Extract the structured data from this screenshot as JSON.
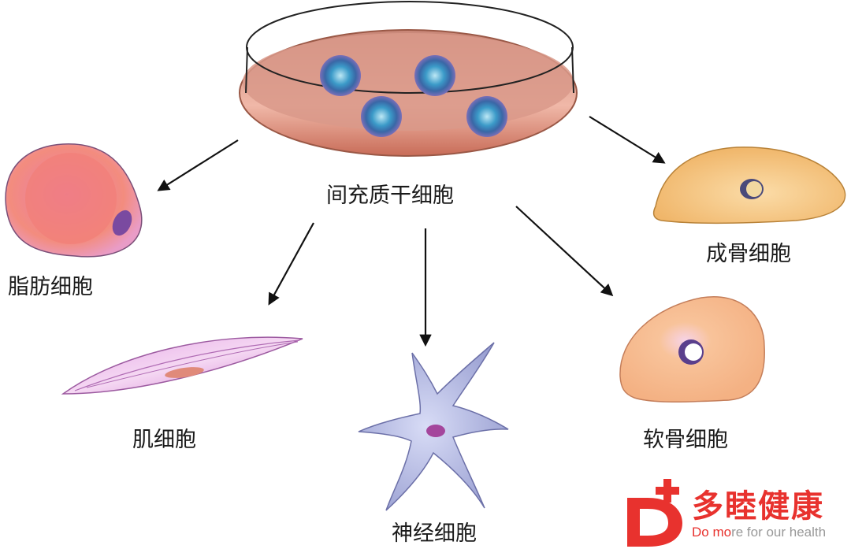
{
  "labels": {
    "center": "间充质干细胞",
    "adipocyte": "脂肪细胞",
    "muscle": "肌细胞",
    "nerve": "神经细胞",
    "osteocyte": "成骨细胞",
    "chondrocyte": "软骨细胞"
  },
  "watermark": {
    "title": "多睦健康",
    "tagline_prefix": "Do mo",
    "tagline_suffix": "re for our health"
  },
  "colors": {
    "accent": "#e8322e",
    "dish": "#d88a7a",
    "stem_cell": "#3a8fc0",
    "adipocyte": "#f08a80",
    "muscle": "#d98fd8",
    "nerve": "#a8acd8",
    "osteocyte": "#f2c27a",
    "chondrocyte": "#f5b88a",
    "arrow": "#111111"
  }
}
